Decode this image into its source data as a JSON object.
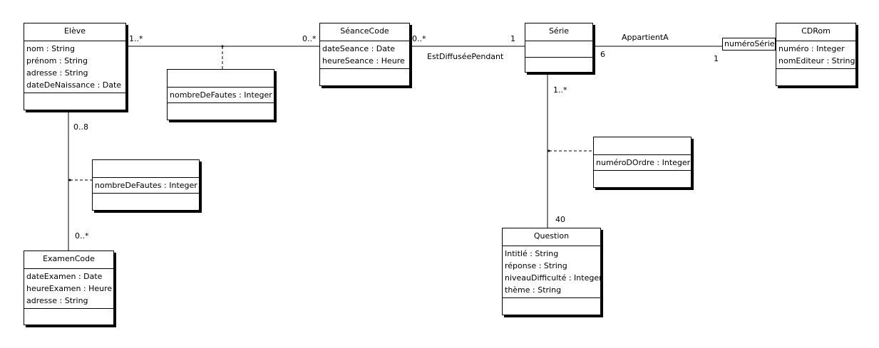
{
  "classes": {
    "eleve": {
      "name": "Elève",
      "attributes": [
        "nom : String",
        "prénom : String",
        "adresse : String",
        "dateDeNaissance : Date"
      ]
    },
    "seance": {
      "name": "SéanceCode",
      "attributes": [
        "dateSeance : Date",
        "heureSeance : Heure"
      ]
    },
    "serie": {
      "name": "Série",
      "attributes": []
    },
    "cdrom": {
      "name": "CDRom",
      "attributes": [
        "numéro : Integer",
        "nomEditeur : String"
      ]
    },
    "examen": {
      "name": "ExamenCode",
      "attributes": [
        "dateExamen : Date",
        "heureExamen : Heure",
        "adresse : String"
      ]
    },
    "question": {
      "name": "Question",
      "attributes": [
        "Intitlé : String",
        "réponse : String",
        "niveauDifficulté : Integer",
        "thème : String"
      ]
    },
    "assoc_eleve_seance": {
      "name": "",
      "attributes": [
        "nombreDeFautes : Integer"
      ]
    },
    "assoc_eleve_examen": {
      "name": "",
      "attributes": [
        "nombreDeFautes : Integer"
      ]
    },
    "assoc_serie_question": {
      "name": "",
      "attributes": [
        "numéroDOrdre : Integer"
      ]
    }
  },
  "associations": {
    "eleve_seance": {
      "mult_eleve": "1..*",
      "mult_seance": "0..*"
    },
    "seance_serie": {
      "name": "EstDiffuséePendant",
      "mult_seance": "0..*",
      "mult_serie": "1"
    },
    "serie_cdrom": {
      "name": "AppartientA",
      "mult_serie": "6",
      "mult_cdrom": "1",
      "qualifier": "numéroSérie"
    },
    "eleve_examen": {
      "mult_eleve": "0..8",
      "mult_examen": "0..*"
    },
    "serie_question": {
      "mult_serie": "1..*",
      "mult_question": "40"
    }
  }
}
